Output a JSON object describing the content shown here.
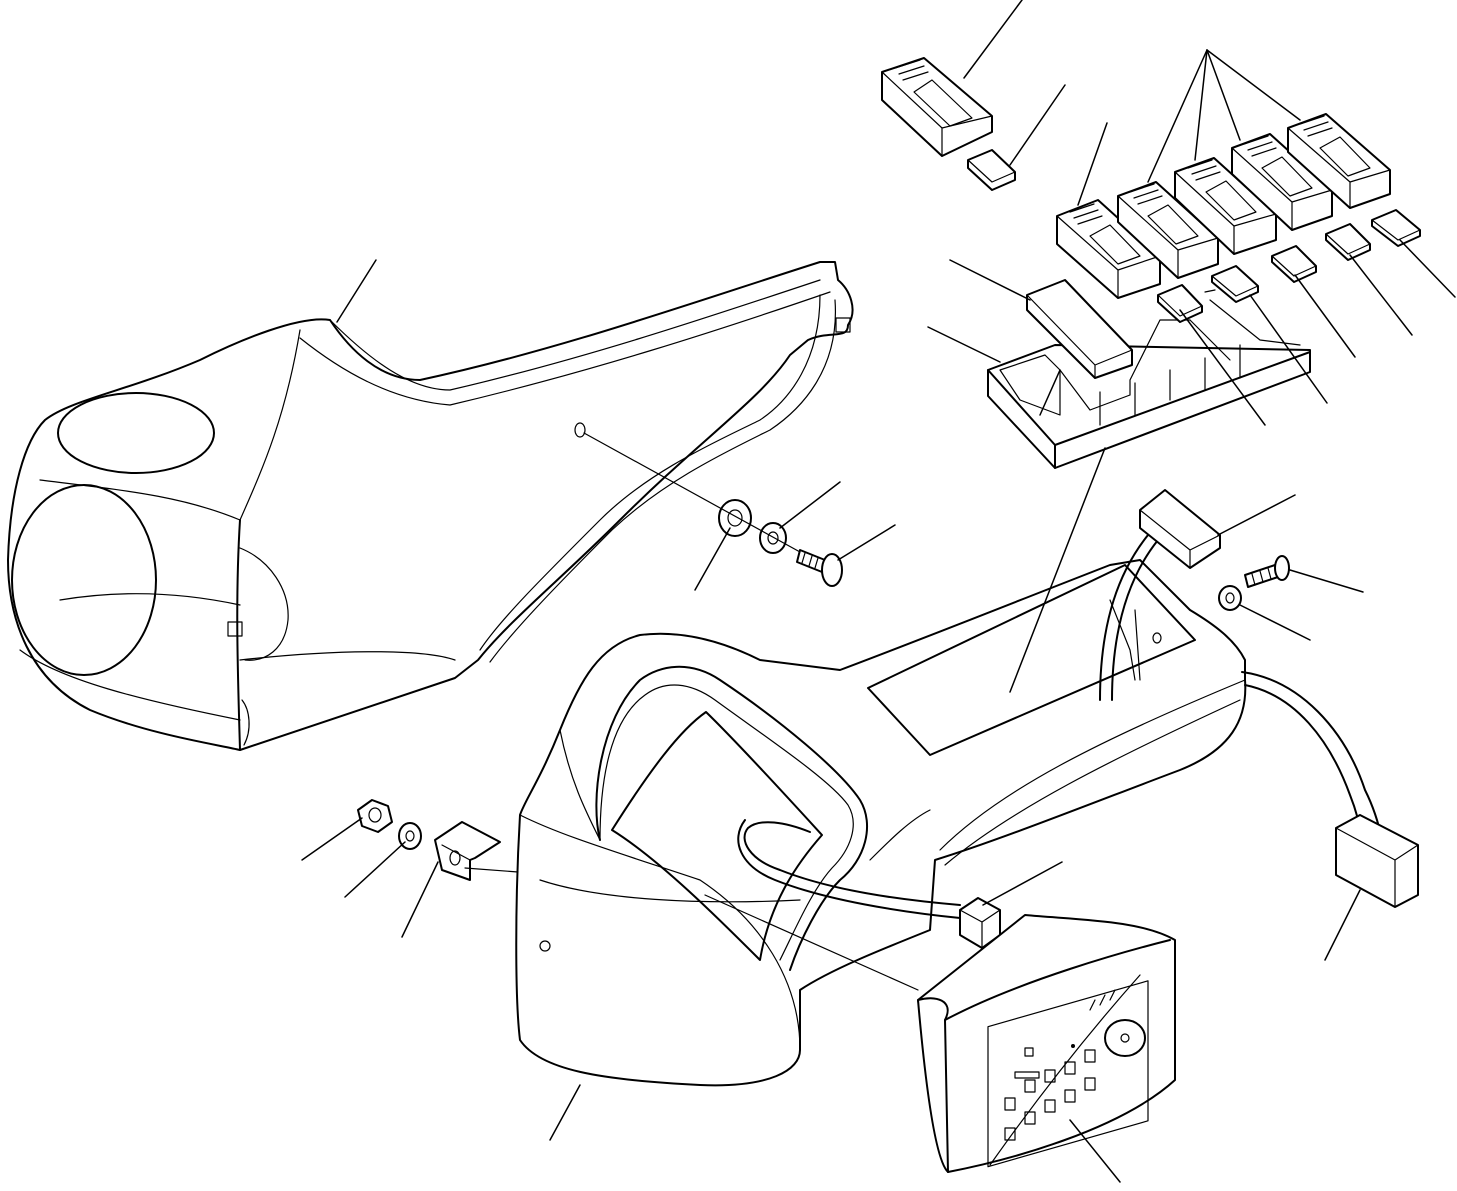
{
  "diagram": {
    "type": "exploded-parts-view",
    "background": "#ffffff",
    "line_color": "#000000",
    "parts": [
      "upper-steering-column-cover",
      "lower-steering-column-cover",
      "instrument-panel",
      "switch-panel-frame",
      "rocker-switch",
      "switch-blank-plate",
      "wiring-harness",
      "connector",
      "screw",
      "washer",
      "nut",
      "bracket"
    ]
  }
}
